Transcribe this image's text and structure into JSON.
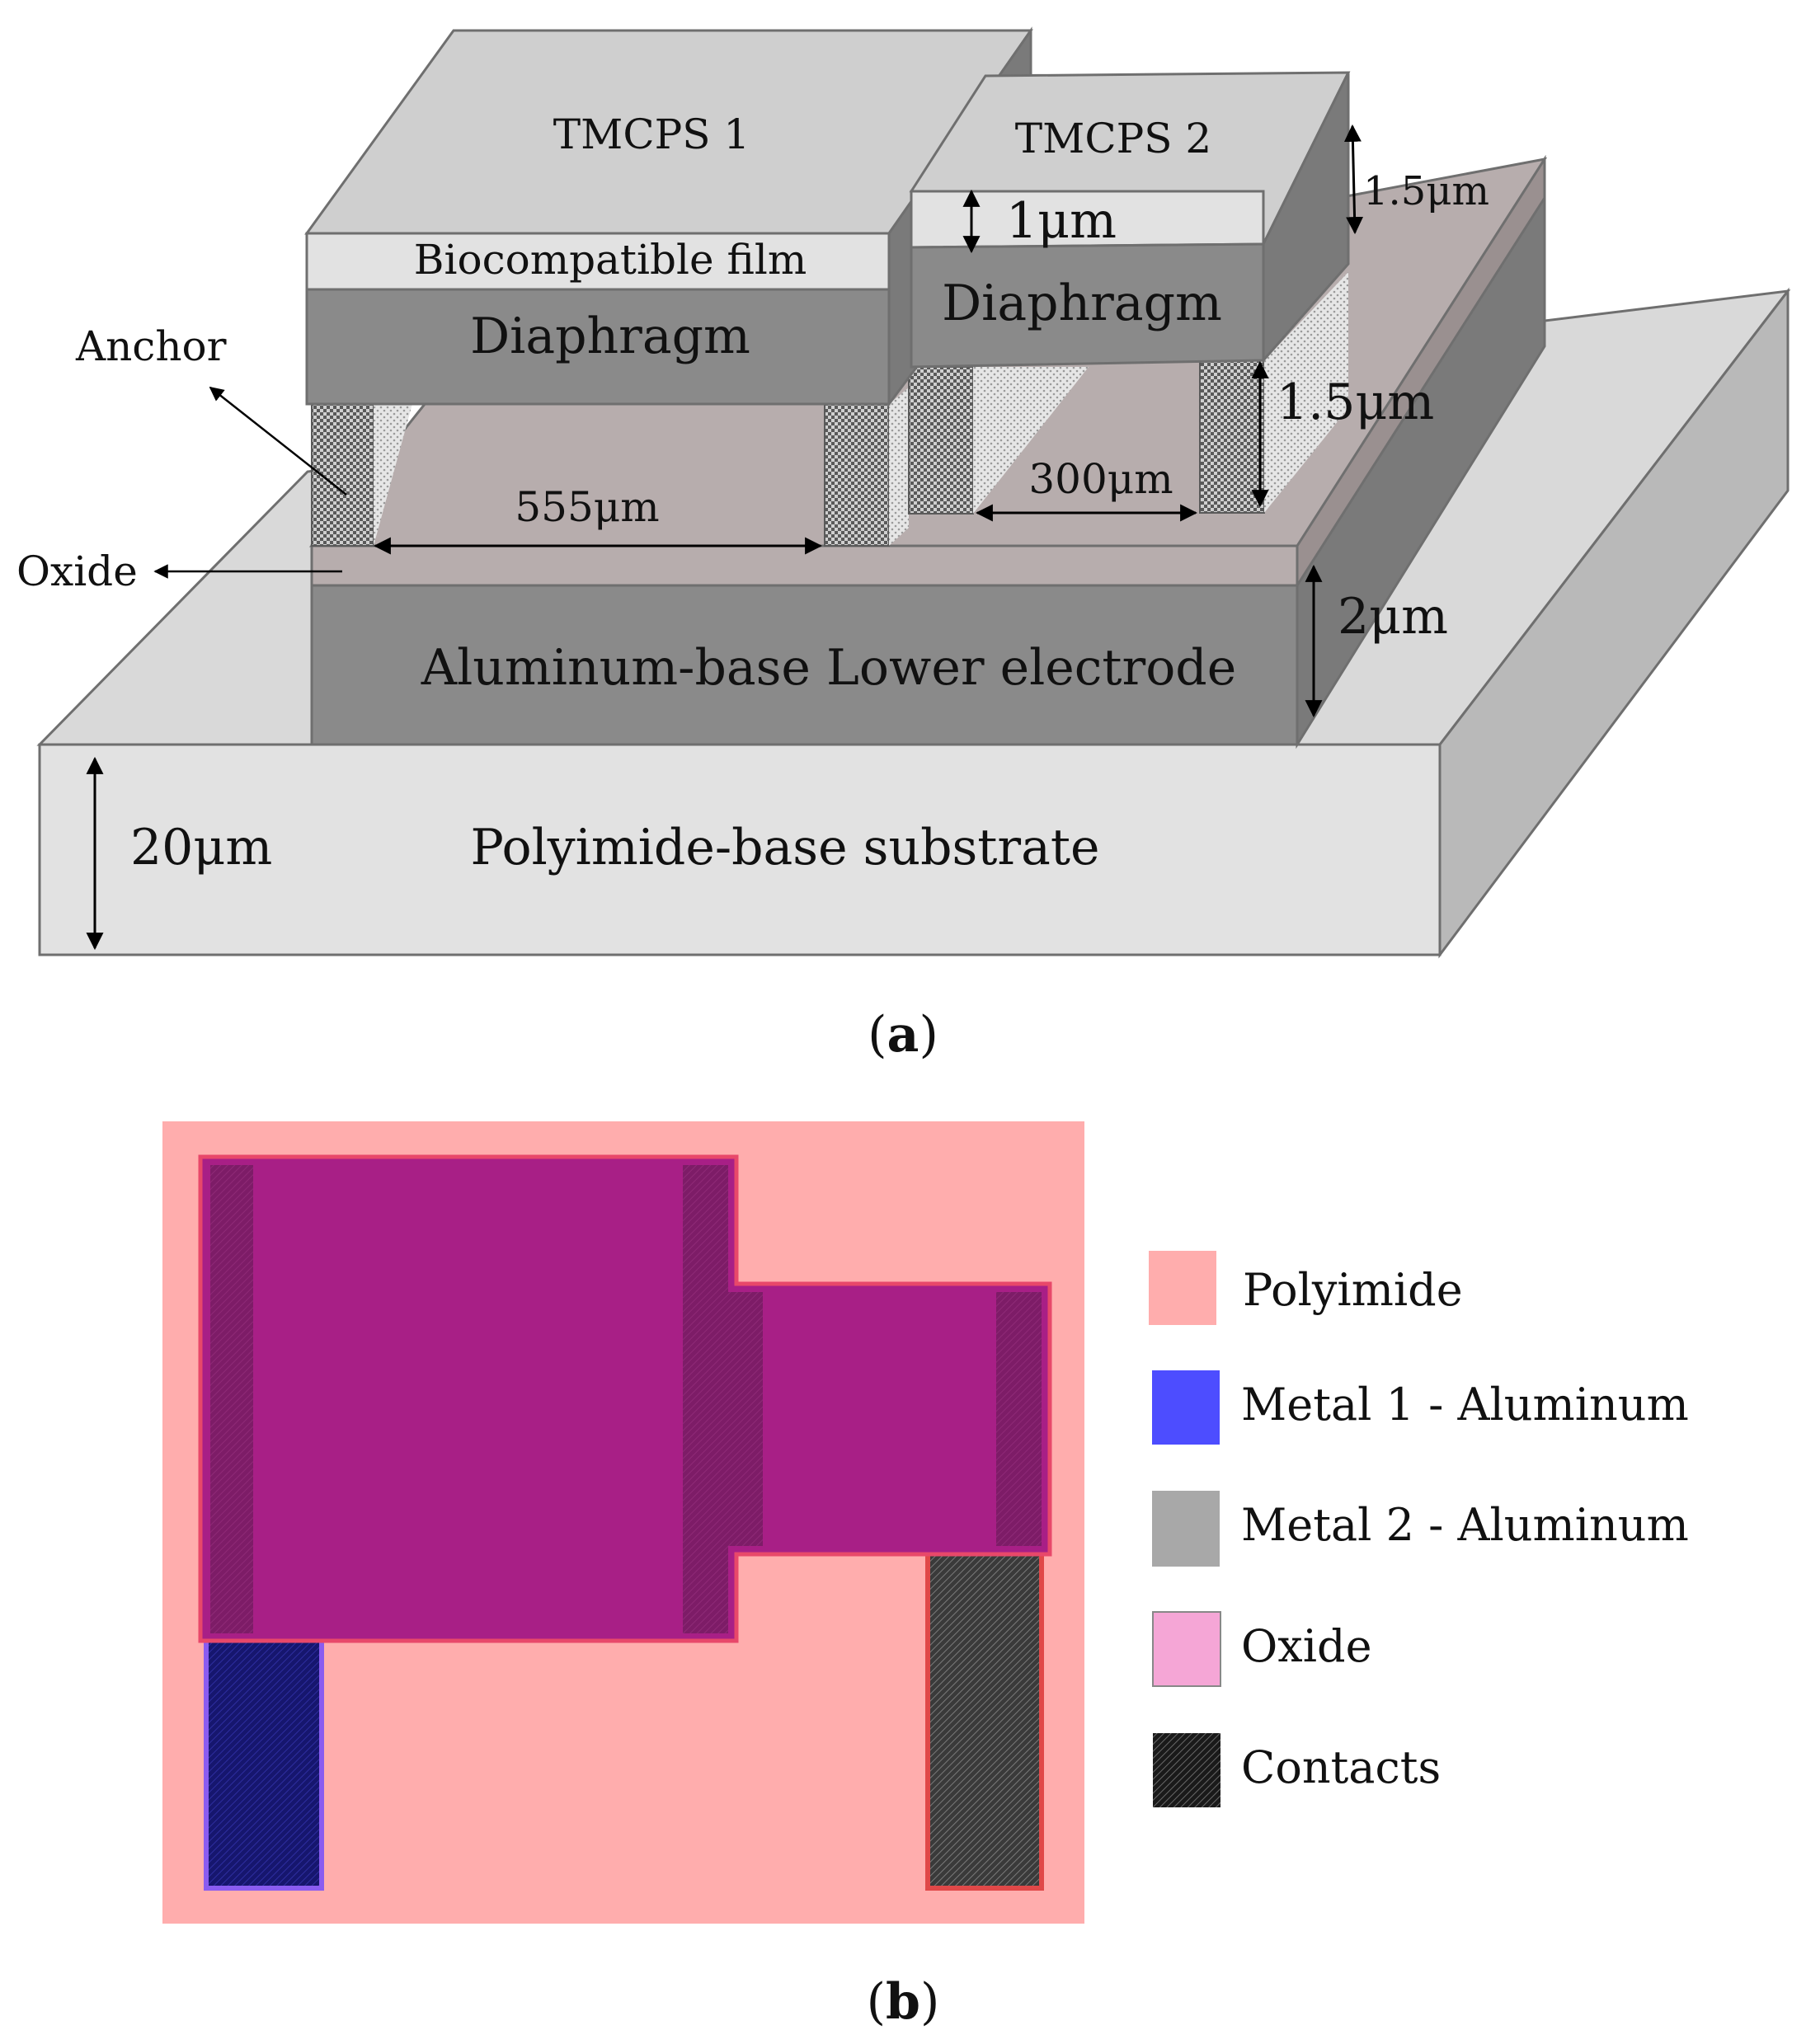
{
  "panel_a": {
    "caption_open": "(",
    "caption_letter": "a",
    "caption_close": ")",
    "labels": {
      "tmcps1": "TMCPS 1",
      "tmcps2": "TMCPS 2",
      "biocompatible_film": "Biocompatible  film",
      "diaphragm_1": "Diaphragm",
      "diaphragm_2": "Diaphragm",
      "anchor": "Anchor",
      "oxide": "Oxide",
      "lower_electrode": "Aluminum-base Lower electrode",
      "substrate": "Polyimide-base substrate"
    },
    "dimensions": {
      "film_thickness": "1μm",
      "tmcps2_thickness": "1.5μm",
      "gap_height": "1.5μm",
      "width_tmcps1": "555μm",
      "width_tmcps2": "300μm",
      "electrode_thickness": "2μm",
      "substrate_thickness": "20μm"
    }
  },
  "panel_b": {
    "caption_open": "(",
    "caption_letter": "b",
    "caption_close": ")",
    "legend": [
      {
        "label": "Polyimide",
        "color": "#ffadad"
      },
      {
        "label": "Metal 1 - Aluminum",
        "color": "#4d4dff"
      },
      {
        "label": "Metal 2 - Aluminum",
        "color": "#a8a8a8"
      },
      {
        "label": "Oxide",
        "color": "#f5a6d6"
      },
      {
        "label": "Contacts",
        "color": "#2a2a2a"
      }
    ]
  }
}
